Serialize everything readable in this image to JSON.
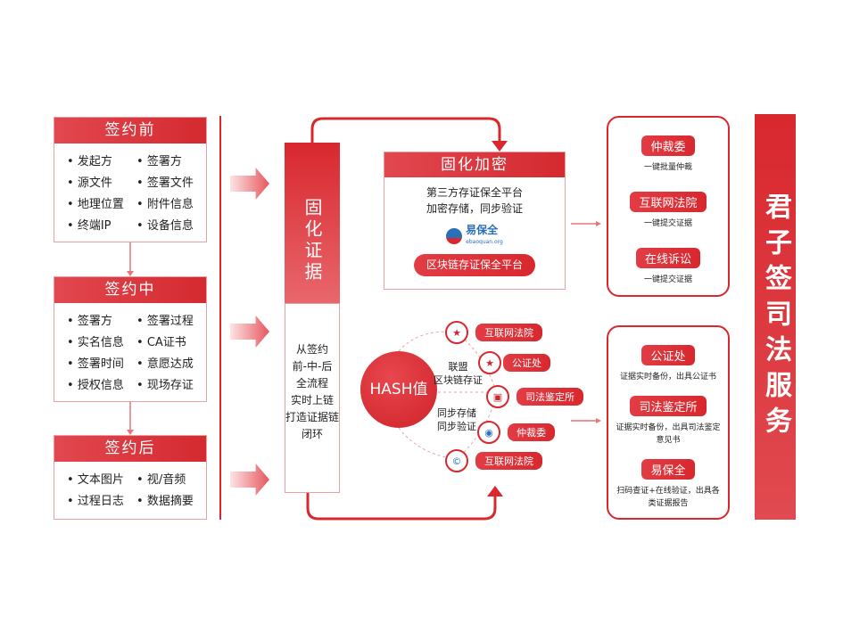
{
  "stages": [
    {
      "title": "签约前",
      "items": [
        "发起方",
        "签署方",
        "源文件",
        "签署文件",
        "地理位置",
        "附件信息",
        "终端IP",
        "设备信息"
      ]
    },
    {
      "title": "签约中",
      "items": [
        "签署方",
        "签署过程",
        "实名信息",
        "CA证书",
        "签署时间",
        "意愿达成",
        "授权信息",
        "现场存证"
      ]
    },
    {
      "title": "签约后",
      "items": [
        "文本图片",
        "视/音频",
        "过程日志",
        "数据摘要"
      ]
    }
  ],
  "center": {
    "title": "固化证据",
    "desc": [
      "从签约",
      "前-中-后",
      "全流程",
      "实时上链",
      "打造证据链",
      "闭环"
    ]
  },
  "encrypt": {
    "title": "固化加密",
    "lines": [
      "第三方存证保全平台",
      "加密存储，同步验证"
    ],
    "logo_text": "易保全",
    "logo_sub": "ebaoquan.org",
    "button": "区块链存证保全平台"
  },
  "hash": {
    "label": "HASH值",
    "text1": [
      "联盟",
      "区块链存证"
    ],
    "text2": [
      "同步存储",
      "同步验证"
    ],
    "nodes": [
      "互联网法院",
      "公证处",
      "司法鉴定所",
      "仲裁委",
      "互联网法院"
    ]
  },
  "right_top": [
    {
      "title": "仲裁委",
      "desc": "一键批量仲裁"
    },
    {
      "title": "互联网法院",
      "desc": "一键提交证据"
    },
    {
      "title": "在线诉讼",
      "desc": "一键提交证据"
    }
  ],
  "right_bottom": [
    {
      "title": "公证处",
      "desc": "证据实时备份，出具公证书"
    },
    {
      "title": "司法鉴定所",
      "desc": "证据实时备份，出具司法鉴定意见书"
    },
    {
      "title": "易保全",
      "desc": "扫码查证+在线验证，出具各类证据报告"
    }
  ],
  "brand": "君子签司法服务",
  "colors": {
    "primary": "#d8282e",
    "border": "#e7a0a4"
  }
}
